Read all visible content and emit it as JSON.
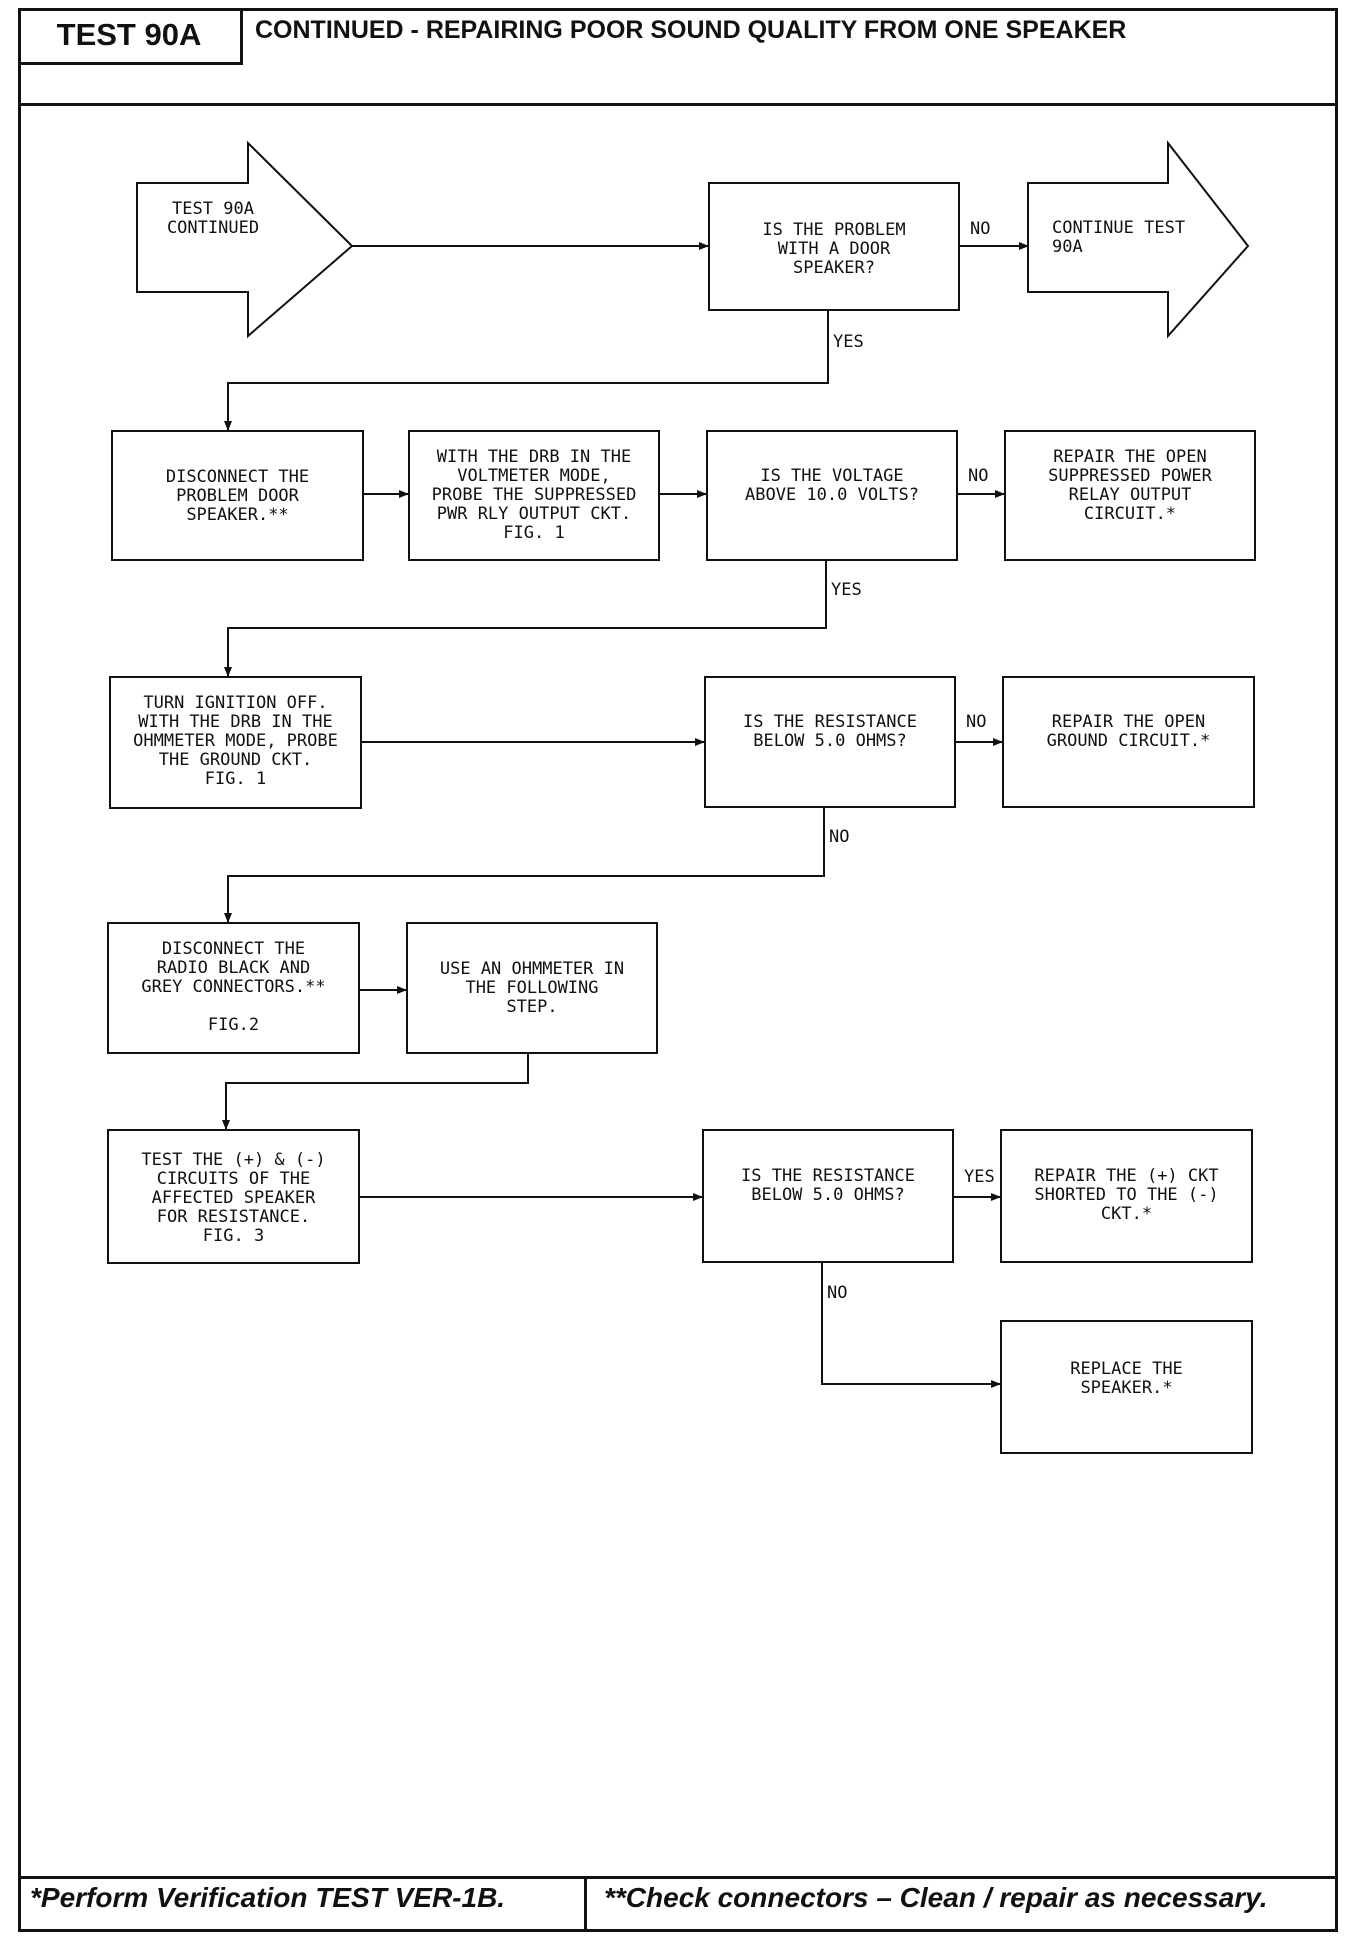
{
  "header": {
    "test_id": "TEST 90A",
    "title": "CONTINUED - REPAIRING POOR SOUND QUALITY FROM ONE SPEAKER"
  },
  "footer": {
    "note_single": "*Perform Verification TEST VER-1B.",
    "note_double": "**Check connectors – Clean / repair as necessary."
  },
  "flow": {
    "start": "TEST 90A\nCONTINUED",
    "q_door": "IS THE PROBLEM\nWITH A DOOR\nSPEAKER?",
    "continue": "CONTINUE TEST\n90A",
    "disconnect_door": "DISCONNECT THE\nPROBLEM DOOR\nSPEAKER.**",
    "probe_voltage": "WITH THE DRB IN THE\nVOLTMETER MODE,\nPROBE THE SUPPRESSED\nPWR RLY OUTPUT CKT.\nFIG. 1",
    "q_voltage": "IS THE VOLTAGE\nABOVE 10.0 VOLTS?",
    "repair_power_relay": "REPAIR THE OPEN\nSUPPRESSED POWER\nRELAY OUTPUT\nCIRCUIT.*",
    "ignition_off": "TURN IGNITION OFF.\nWITH THE DRB IN THE\nOHMMETER MODE, PROBE\nTHE GROUND CKT.\nFIG. 1",
    "q_resistance_1": "IS THE RESISTANCE\nBELOW 5.0 OHMS?",
    "repair_ground": "REPAIR THE OPEN\nGROUND CIRCUIT.*",
    "disconnect_radio": "DISCONNECT THE\nRADIO BLACK AND\nGREY CONNECTORS.**\n\nFIG.2",
    "use_ohmmeter": "USE AN OHMMETER IN\nTHE FOLLOWING\nSTEP.",
    "test_circuits": "TEST THE (+) & (-)\nCIRCUITS OF THE\nAFFECTED SPEAKER\nFOR RESISTANCE.\nFIG. 3",
    "q_resistance_2": "IS THE RESISTANCE\nBELOW 5.0 OHMS?",
    "repair_short": "REPAIR THE (+) CKT\nSHORTED TO THE (-)\nCKT.*",
    "replace_speaker": "REPLACE THE\nSPEAKER.*"
  },
  "labels": {
    "no": "NO",
    "yes": "YES"
  }
}
